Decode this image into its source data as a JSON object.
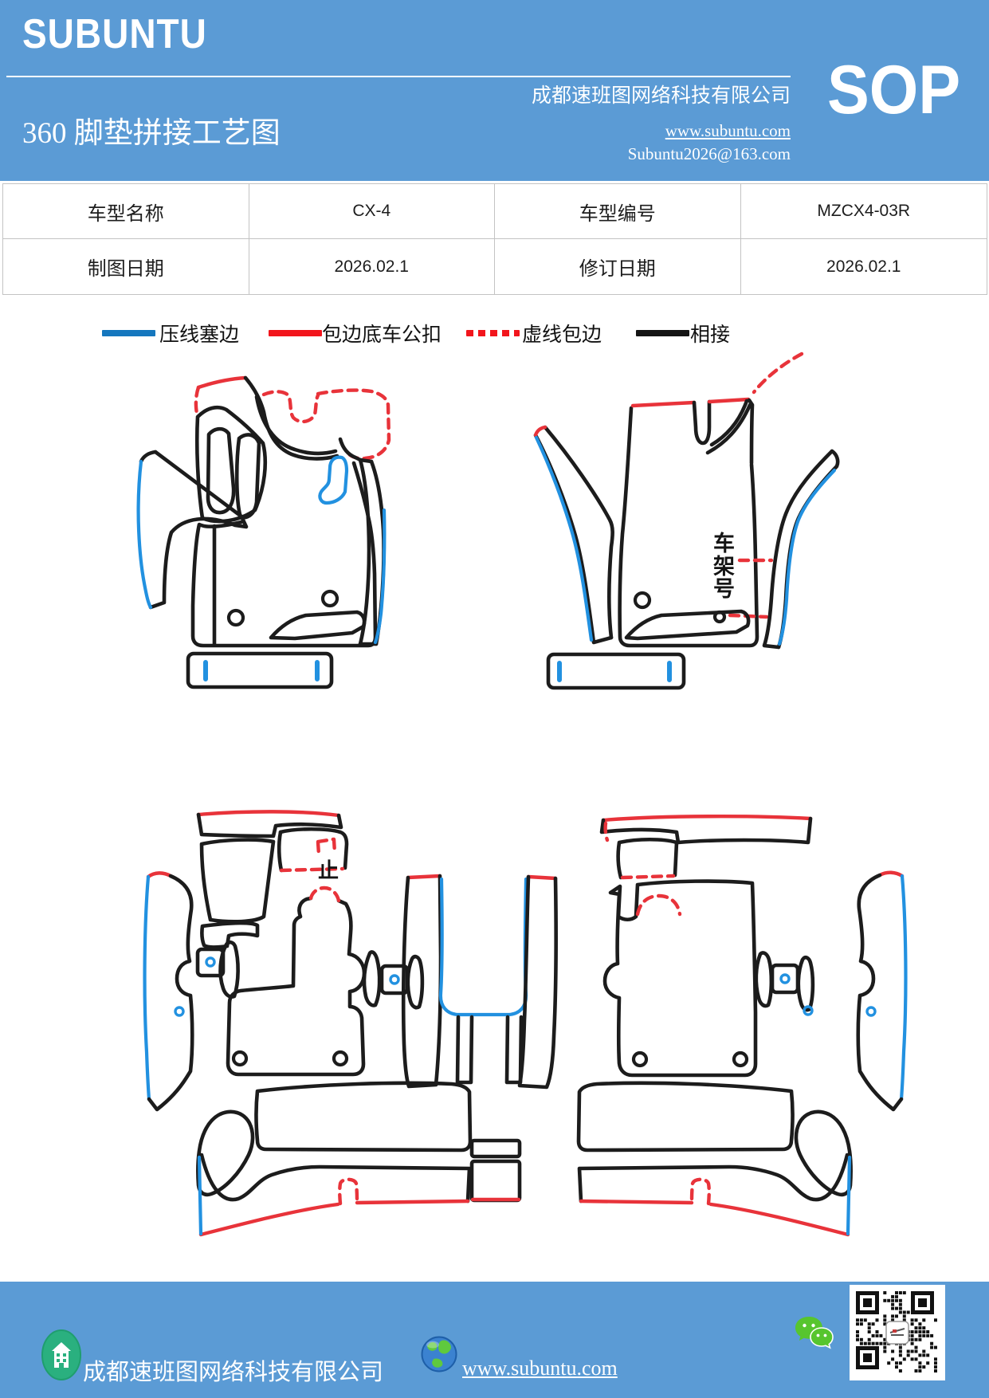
{
  "header": {
    "logo": "SUBUNTU",
    "title": "360 脚垫拼接工艺图",
    "company": "成都速班图网络科技有限公司",
    "website": "www.subuntu.com",
    "email": "Subuntu2026@163.com",
    "sop_label": "SOP",
    "background": "#5b9bd5"
  },
  "info_table": {
    "model_name_label": "车型名称",
    "model_name_value": "CX-4",
    "model_code_label": "车型编号",
    "model_code_value": "MZCX4-03R",
    "draw_date_label": "制图日期",
    "draw_date_value": "2026.02.1",
    "revision_date_label": "修订日期",
    "revision_date_value": "2026.02.1"
  },
  "legend": {
    "items": [
      {
        "label": "压线塞边",
        "color": "#1577be",
        "line_style": "solid"
      },
      {
        "label": "包边底车公扣",
        "color": "#f2151c",
        "line_style": "solid"
      },
      {
        "label": "虚线包边",
        "color": "#f2151c",
        "line_style": "dashed"
      },
      {
        "label": "相接",
        "color": "#141414",
        "line_style": "solid"
      }
    ]
  },
  "diagrams": {
    "vin_label": "车架号",
    "stop_label": "止",
    "line_colors": {
      "press_edge_blue": "#2291e0",
      "binding_red": "#e8333a",
      "join_black": "#1c1c1c"
    }
  },
  "footer": {
    "company": "成都速班图网络科技有限公司",
    "website": "www.subuntu.com",
    "background": "#5b9bd5"
  }
}
